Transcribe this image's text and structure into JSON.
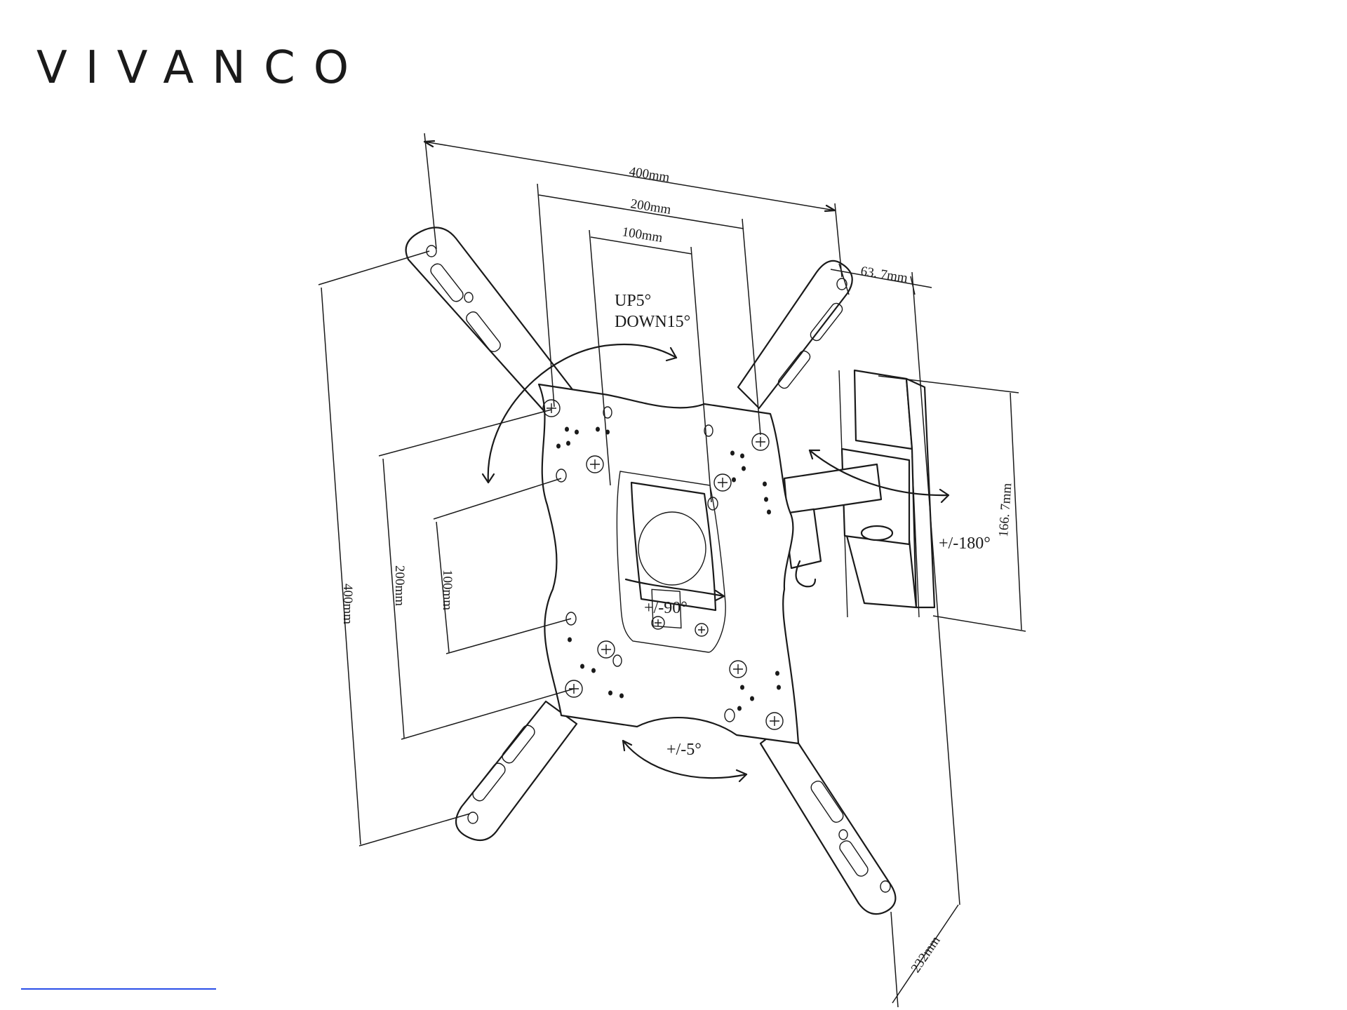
{
  "brand": {
    "name": "VIVANCO"
  },
  "dimensions": {
    "width_outer": "400mm",
    "width_mid": "200mm",
    "width_inner": "100mm",
    "wall_depth": "63. 7mm",
    "height_outer": "400mm",
    "height_mid": "200mm",
    "height_inner": "100mm",
    "plate_height": "166. 7mm",
    "arm_extension": "232mm"
  },
  "motion": {
    "tilt_up": "UP5°",
    "tilt_down": "DOWN15°",
    "rotation": "+/-90°",
    "level": "+/-5°",
    "swivel": "+/-180°"
  },
  "colors": {
    "line": "#1a1a1a",
    "link_underline": "#2a4ee8"
  },
  "footer": {
    "link_text": ""
  }
}
